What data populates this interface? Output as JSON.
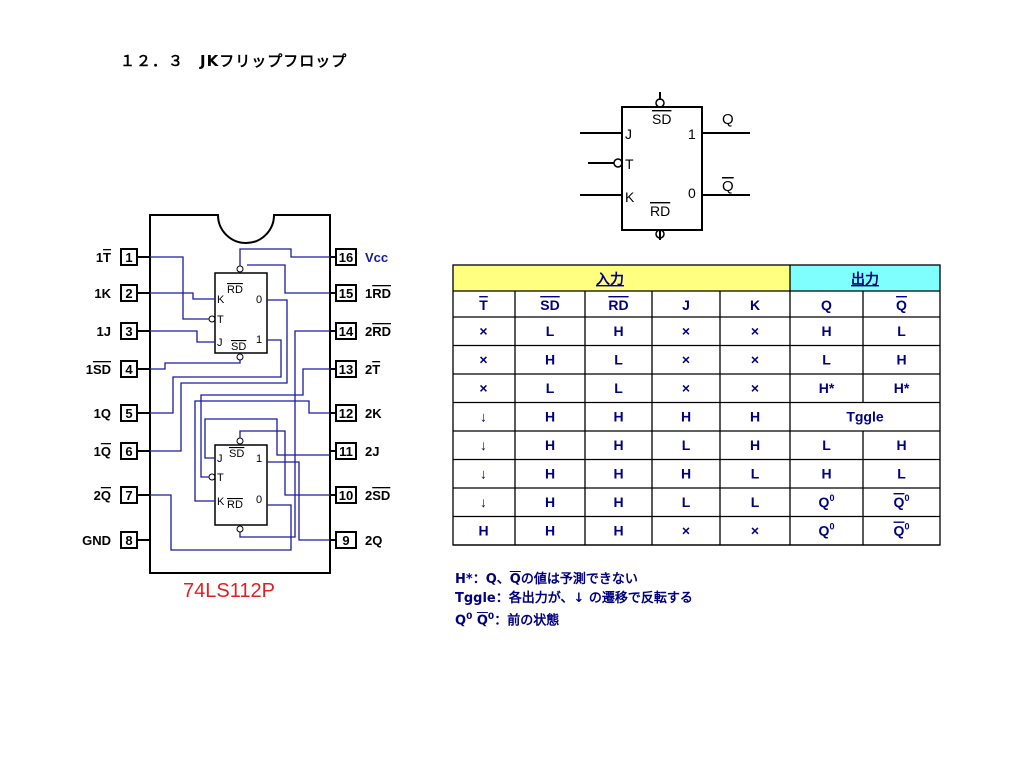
{
  "title": "１２．３　JKフリップフロップ",
  "symbol": {
    "labels": {
      "sd": "SD",
      "rd": "RD",
      "j": "J",
      "t": "T",
      "k": "K",
      "one": "1",
      "zero": "0",
      "q": "Q",
      "qbar": "Q"
    }
  },
  "ic": {
    "part_number": "74LS112P",
    "left_pins": [
      {
        "num": "1",
        "label": "1T",
        "over": "T",
        "prefix": "1",
        "suffix": ""
      },
      {
        "num": "2",
        "label": "1K",
        "over": "",
        "prefix": "1K",
        "suffix": ""
      },
      {
        "num": "3",
        "label": "1J",
        "over": "",
        "prefix": "1J",
        "suffix": ""
      },
      {
        "num": "4",
        "label": "1SD",
        "over": "SD",
        "prefix": "1",
        "suffix": ""
      },
      {
        "num": "5",
        "label": "1Q",
        "over": "",
        "prefix": "1Q",
        "suffix": ""
      },
      {
        "num": "6",
        "label": "1Q",
        "over": "Q",
        "prefix": "1",
        "suffix": ""
      },
      {
        "num": "7",
        "label": "2Q",
        "over": "Q",
        "prefix": "2",
        "suffix": ""
      },
      {
        "num": "8",
        "label": "GND",
        "over": "",
        "prefix": "GND",
        "suffix": ""
      }
    ],
    "right_pins": [
      {
        "num": "16",
        "label": "Vcc",
        "over": "",
        "prefix": "Vcc",
        "suffix": ""
      },
      {
        "num": "15",
        "label": "1RD",
        "over": "RD",
        "prefix": "1",
        "suffix": ""
      },
      {
        "num": "14",
        "label": "2RD",
        "over": "RD",
        "prefix": "2",
        "suffix": ""
      },
      {
        "num": "13",
        "label": "2T",
        "over": "T",
        "prefix": "2",
        "suffix": ""
      },
      {
        "num": "12",
        "label": "2K",
        "over": "",
        "prefix": "2K",
        "suffix": ""
      },
      {
        "num": "11",
        "label": "2J",
        "over": "",
        "prefix": "2J",
        "suffix": ""
      },
      {
        "num": "10",
        "label": "2SD",
        "over": "SD",
        "prefix": "2",
        "suffix": ""
      },
      {
        "num": "9",
        "label": "2Q",
        "over": "",
        "prefix": "2Q",
        "suffix": ""
      }
    ],
    "ff_labels": {
      "k": "K",
      "rd": "RD",
      "zero": "0",
      "t": "T",
      "j": "J",
      "sd": "SD",
      "one": "1"
    }
  },
  "truth_table": {
    "input_header": "入力",
    "output_header": "出力",
    "input_color": "#ffff80",
    "output_color": "#80ffff",
    "columns": [
      {
        "text": "T",
        "over": true
      },
      {
        "text": "SD",
        "over": true
      },
      {
        "text": "RD",
        "over": true
      },
      {
        "text": "J",
        "over": false
      },
      {
        "text": "K",
        "over": false
      },
      {
        "text": "Q",
        "over": false
      },
      {
        "text": "Q",
        "over": true
      }
    ],
    "rows": [
      [
        "×",
        "L",
        "H",
        "×",
        "×",
        "H",
        "L"
      ],
      [
        "×",
        "H",
        "L",
        "×",
        "×",
        "L",
        "H"
      ],
      [
        "×",
        "L",
        "L",
        "×",
        "×",
        "H*",
        "H*"
      ],
      [
        "↓",
        "H",
        "H",
        "H",
        "H",
        "Tggle"
      ],
      [
        "↓",
        "H",
        "H",
        "L",
        "H",
        "L",
        "H"
      ],
      [
        "↓",
        "H",
        "H",
        "H",
        "L",
        "H",
        "L"
      ],
      [
        "↓",
        "H",
        "H",
        "L",
        "L",
        "Q0",
        "Q0bar"
      ],
      [
        "H",
        "H",
        "H",
        "×",
        "×",
        "Q0",
        "Q0bar"
      ]
    ]
  },
  "notes": {
    "hstar_key": "H*",
    "hstar_text": "：Q、",
    "hstar_q": "Q",
    "hstar_rest": "の値は予測できない",
    "tggle_key": "Tggle",
    "tggle_text": "：各出力が、↓ の遷移で反転する",
    "q0_key": "Q",
    "q0_sup": "0",
    "q0_rest": "：前の状態"
  }
}
